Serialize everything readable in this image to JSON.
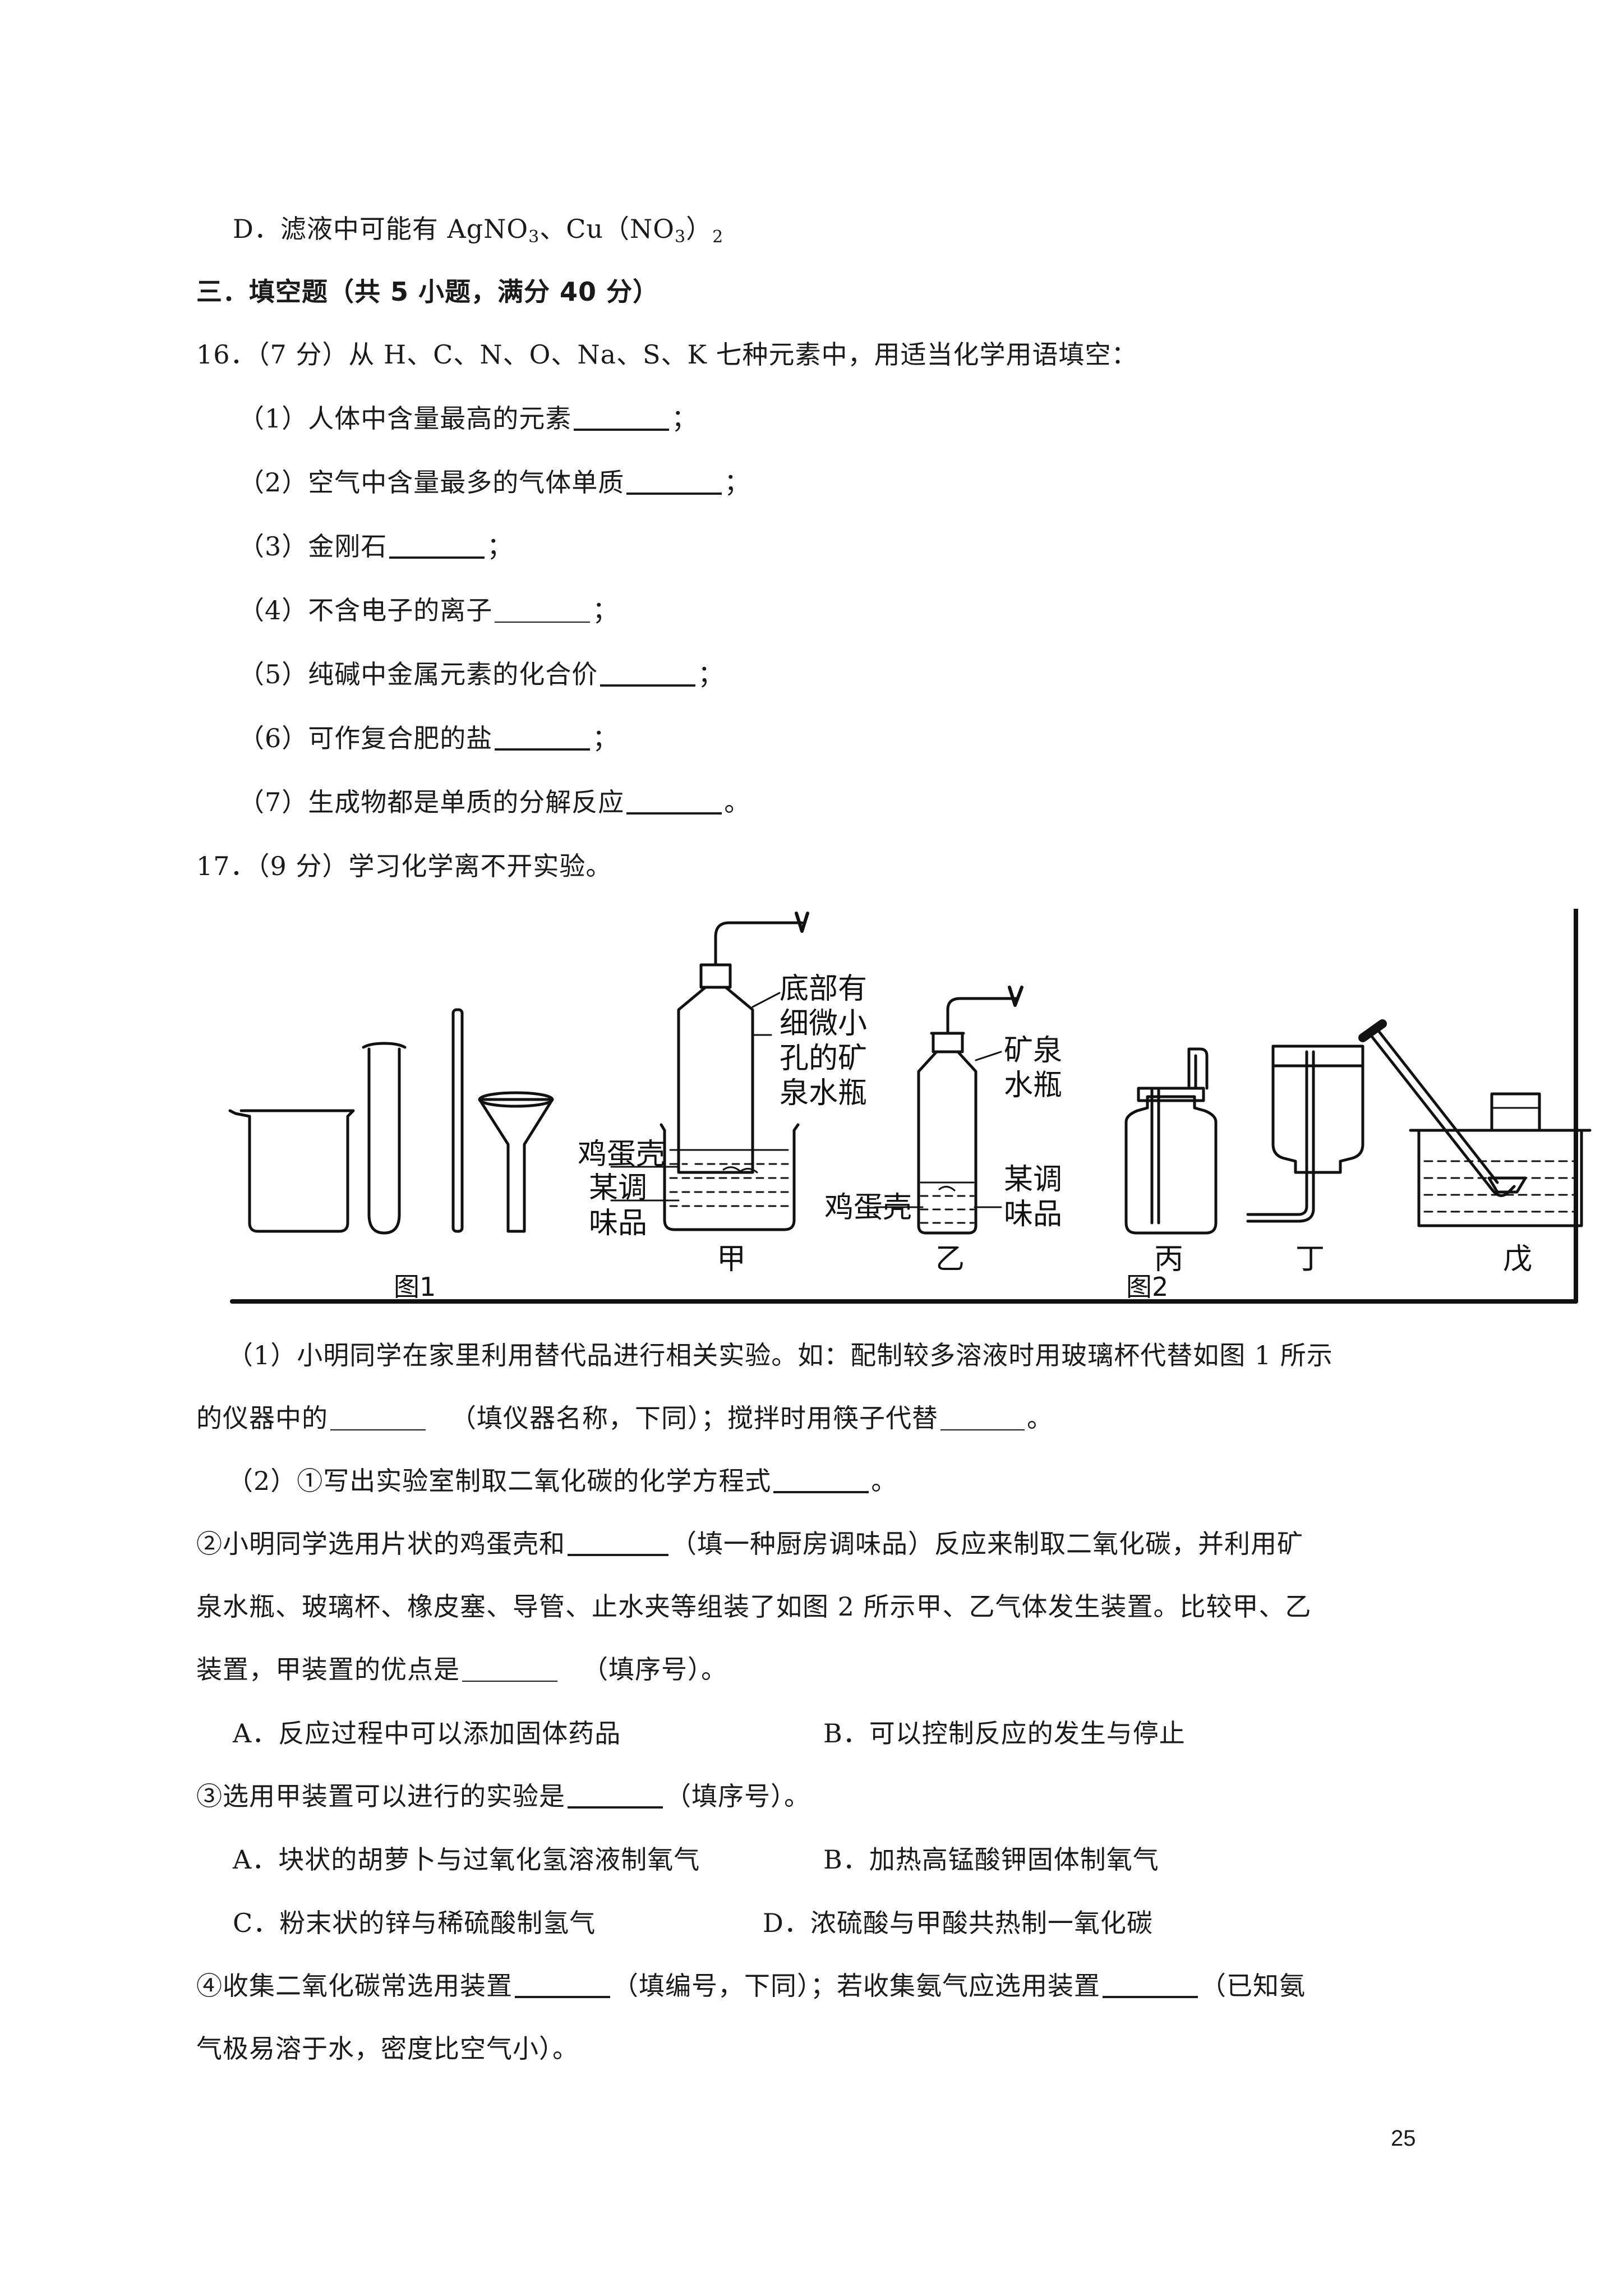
{
  "top_option": {
    "prefix": "D．滤液中可能有 AgNO",
    "sub1": "3",
    "mid": "、Cu（NO",
    "sub2": "3",
    "suffix": "）",
    "sub3": "2"
  },
  "section": {
    "title": "三．填空题（共 5 小题，满分 40 分）"
  },
  "q16": {
    "stem": "16．（7 分）从 H、C、N、O、Na、S、K 七种元素中，用适当化学用语填空：",
    "items": [
      {
        "text": "（1）人体中含量最高的元素",
        "end": "；"
      },
      {
        "text": "（2）空气中含量最多的气体单质",
        "end": "；"
      },
      {
        "text": "（3）金刚石",
        "end": "；"
      },
      {
        "text": "（4）不含电子的离子",
        "end": "；"
      },
      {
        "text": "（5）纯碱中金属元素的化合价",
        "end": "；"
      },
      {
        "text": "（6）可作复合肥的盐",
        "end": "；"
      },
      {
        "text": "（7）生成物都是单质的分解反应",
        "end": "。"
      }
    ]
  },
  "q17": {
    "stem": "17．（9 分）学习化学离不开实验。",
    "figure": {
      "jia_label": "底部有细微小孔的矿泉水瓶",
      "jia_label_lines": [
        "底部有",
        "细微小",
        "孔的矿",
        "泉水瓶"
      ],
      "yi_label_lines": [
        "矿泉",
        "水瓶"
      ],
      "eggshell": "鸡蛋壳",
      "seasoning_lines": [
        "某调",
        "味品"
      ],
      "caption1": "图1",
      "caption2": "图2",
      "apparatus": [
        "甲",
        "乙",
        "丙",
        "丁",
        "戊"
      ]
    },
    "p1_line1": "（1）小明同学在家里利用替代品进行相关实验。如：配制较多溶液时用玻璃杯代替如图 1 所示",
    "p1_line2a": "的仪器中的",
    "p1_line2b": "（填仪器名称，下同）；搅拌时用筷子代替",
    "p1_line2c": "。",
    "p2_line1a": "（2）①写出实验室制取二氧化碳的化学方程式",
    "p2_line1b": "。",
    "p2_line2a": "②小明同学选用片状的鸡蛋壳和",
    "p2_line2b": "（填一种厨房调味品）反应来制取二氧化碳，并利用矿",
    "p2_line3": "泉水瓶、玻璃杯、橡皮塞、导管、止水夹等组装了如图 2 所示甲、乙气体发生装置。比较甲、乙",
    "p2_line4a": "装置，甲装置的优点是",
    "p2_line4b": "（填序号）。",
    "opt_a1": "A．反应过程中可以添加固体药品",
    "opt_b1": "B．可以控制反应的发生与停止",
    "p3_a": "③选用甲装置可以进行的实验是",
    "p3_b": "（填序号）。",
    "opt_a2": "A．块状的胡萝卜与过氧化氢溶液制氧气",
    "opt_b2": "B．加热高锰酸钾固体制氧气",
    "opt_c2": "C．粉末状的锌与稀硫酸制氢气",
    "opt_d2": "D．浓硫酸与甲酸共热制一氧化碳",
    "p4_a": "④收集二氧化碳常选用装置",
    "p4_b": "（填编号，下同）；若收集氨气应选用装置",
    "p4_c": "（已知氨",
    "p4_line2": "气极易溶于水，密度比空气小）。"
  },
  "page_number": "25"
}
